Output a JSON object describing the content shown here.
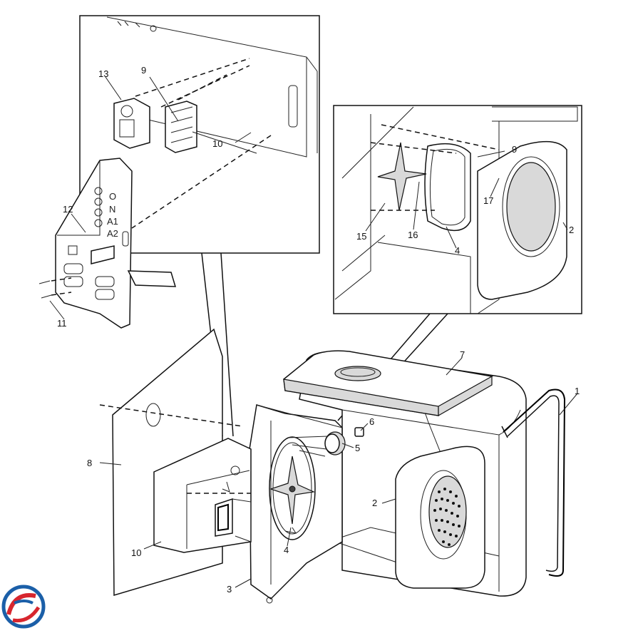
{
  "callouts": {
    "c1": "1",
    "c2_main": "2",
    "c2_detail": "2",
    "c3": "3",
    "c4_main": "4",
    "c4_detail": "4",
    "c5": "5",
    "c6": "6",
    "c7": "7",
    "c8": "8",
    "c9_left": "9",
    "c9_right": "9",
    "c10_top": "10",
    "c10_bottom": "10",
    "c11": "11",
    "c12": "12",
    "c13": "13",
    "c15": "15",
    "c16": "16",
    "c17": "17"
  },
  "panel_marks": {
    "o": "O",
    "n": "N",
    "a1": "A1",
    "a2": "A2"
  },
  "colors": {
    "line": "#111111",
    "insulation": "#d9d9d9",
    "logo_red": "#d7262e",
    "logo_blue": "#1b5fa8"
  },
  "icons": {
    "logo": "swirl-logo-icon"
  }
}
